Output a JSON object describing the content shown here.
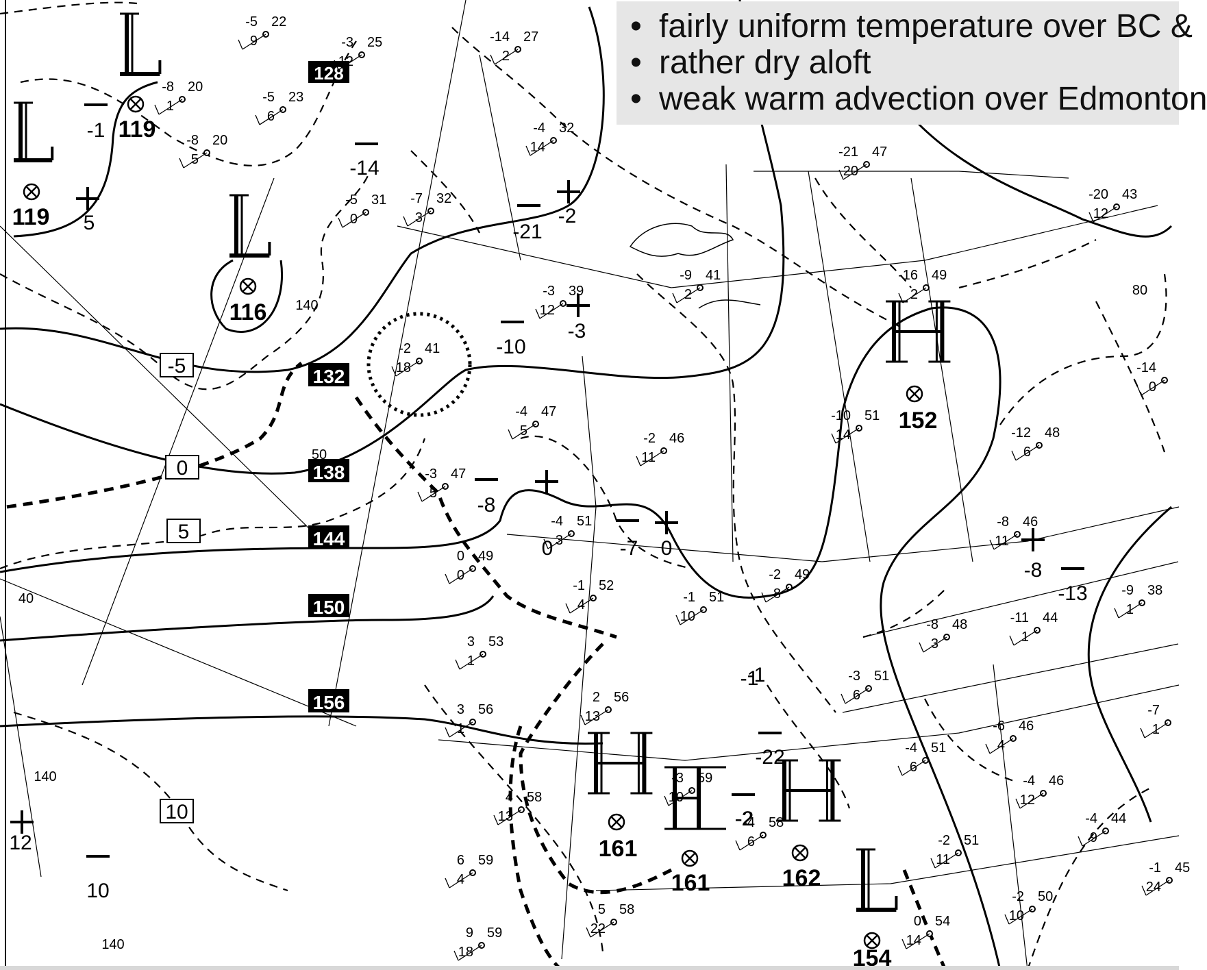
{
  "notes": [
    "fairly uniform temperature over BC &",
    "rather dry aloft",
    "weak warm advection over Edmonton"
  ],
  "map_name": "upper-air-analysis-chart",
  "height_contour_labels": [
    "132",
    "138",
    "144",
    "150",
    "156"
  ],
  "partial_height_label": "128",
  "temperature_boxes": [
    "-5",
    "0",
    "5",
    "10"
  ],
  "lat_labels": [
    "140",
    "140",
    "140",
    "40",
    "80",
    "50"
  ],
  "centers": [
    {
      "type": "L",
      "value": "119"
    },
    {
      "type": "L",
      "value": "119"
    },
    {
      "type": "L",
      "value": "116"
    },
    {
      "type": "H",
      "value": "152"
    },
    {
      "type": "H",
      "value": "161"
    },
    {
      "type": "H",
      "value": "161"
    },
    {
      "type": "H",
      "value": "162"
    },
    {
      "type": "L",
      "value": "154"
    }
  ],
  "temp_marks": [
    "-1",
    "5",
    "-14",
    "-21",
    "-2",
    "-10",
    "-3",
    "-8",
    "0",
    "-7",
    "0",
    "-13",
    "-8",
    "-1",
    "-22",
    "-2",
    "-2",
    "-1",
    "12",
    "10"
  ],
  "stations": [
    {
      "t": "-5",
      "h": "22",
      "d": "9"
    },
    {
      "t": "-3",
      "h": "25",
      "d": "12"
    },
    {
      "t": "-14",
      "h": "27",
      "d": "2"
    },
    {
      "t": "-8",
      "h": "20",
      "d": "1"
    },
    {
      "t": "-5",
      "h": "23",
      "d": "6"
    },
    {
      "t": "-8",
      "h": "20",
      "d": "5"
    },
    {
      "t": "-4",
      "h": "32",
      "d": "14"
    },
    {
      "t": "-5",
      "h": "31",
      "d": "0"
    },
    {
      "t": "-7",
      "h": "32",
      "d": "3"
    },
    {
      "t": "-21",
      "h": "47",
      "d": "20"
    },
    {
      "t": "-20",
      "h": "43",
      "d": "12"
    },
    {
      "t": "-3",
      "h": "39",
      "d": "12"
    },
    {
      "t": "-9",
      "h": "41",
      "d": "2"
    },
    {
      "t": "-16",
      "h": "49",
      "d": "2"
    },
    {
      "t": "-2",
      "h": "41",
      "d": "18"
    },
    {
      "t": "-4",
      "h": "47",
      "d": "5"
    },
    {
      "t": "-2",
      "h": "46",
      "d": "11"
    },
    {
      "t": "-10",
      "h": "51",
      "d": "14"
    },
    {
      "t": "-12",
      "h": "48",
      "d": "6"
    },
    {
      "t": "-14",
      "h": "",
      "d": "0"
    },
    {
      "t": "-3",
      "h": "47",
      "d": "5"
    },
    {
      "t": "-4",
      "h": "51",
      "d": "3"
    },
    {
      "t": "-8",
      "h": "46",
      "d": "11"
    },
    {
      "t": "0",
      "h": "49",
      "d": "0"
    },
    {
      "t": "-2",
      "h": "49",
      "d": "8"
    },
    {
      "t": "-1",
      "h": "52",
      "d": "4"
    },
    {
      "t": "-1",
      "h": "51",
      "d": "10"
    },
    {
      "t": "-9",
      "h": "38",
      "d": "1"
    },
    {
      "t": "-8",
      "h": "48",
      "d": "3"
    },
    {
      "t": "-11",
      "h": "44",
      "d": "1"
    },
    {
      "t": "3",
      "h": "53",
      "d": "1"
    },
    {
      "t": "-3",
      "h": "51",
      "d": "6"
    },
    {
      "t": "2",
      "h": "56",
      "d": "13"
    },
    {
      "t": "3",
      "h": "56",
      "d": "1"
    },
    {
      "t": "-7",
      "h": "",
      "d": "1"
    },
    {
      "t": "-6",
      "h": "46",
      "d": "4"
    },
    {
      "t": "-4",
      "h": "51",
      "d": "6"
    },
    {
      "t": "-3",
      "h": "59",
      "d": "10"
    },
    {
      "t": "-4",
      "h": "46",
      "d": "12"
    },
    {
      "t": "4",
      "h": "58",
      "d": "13"
    },
    {
      "t": "-4",
      "h": "58",
      "d": "6"
    },
    {
      "t": "6",
      "h": "59",
      "d": "4"
    },
    {
      "t": "-4",
      "h": "44",
      "d": "9"
    },
    {
      "t": "-2",
      "h": "51",
      "d": "11"
    },
    {
      "t": "-1",
      "h": "45",
      "d": "24"
    },
    {
      "t": "-2",
      "h": "50",
      "d": "10"
    },
    {
      "t": "5",
      "h": "58",
      "d": "22"
    },
    {
      "t": "0",
      "h": "54",
      "d": "14"
    },
    {
      "t": "9",
      "h": "59",
      "d": "18"
    }
  ]
}
